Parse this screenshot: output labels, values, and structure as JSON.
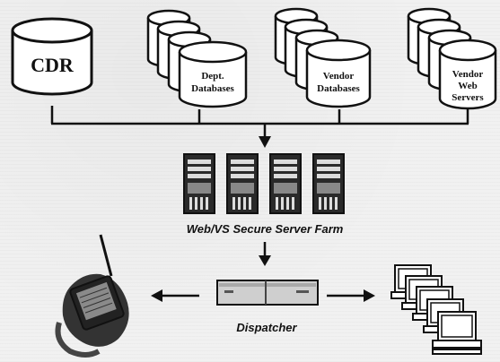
{
  "sources": {
    "cdr": {
      "label": "CDR"
    },
    "dept": {
      "lines": [
        "Dept.",
        "Databases"
      ]
    },
    "vendor_db": {
      "lines": [
        "Vendor",
        "Databases"
      ]
    },
    "vendor_web": {
      "lines": [
        "Vendor",
        "Web",
        "Servers"
      ]
    }
  },
  "server_farm": {
    "label": "Web/VS Secure Server Farm"
  },
  "dispatcher": {
    "label": "Dispatcher"
  },
  "colors": {
    "ink": "#111111",
    "fill": "#ffffff",
    "shade": "#cfcfcf"
  }
}
